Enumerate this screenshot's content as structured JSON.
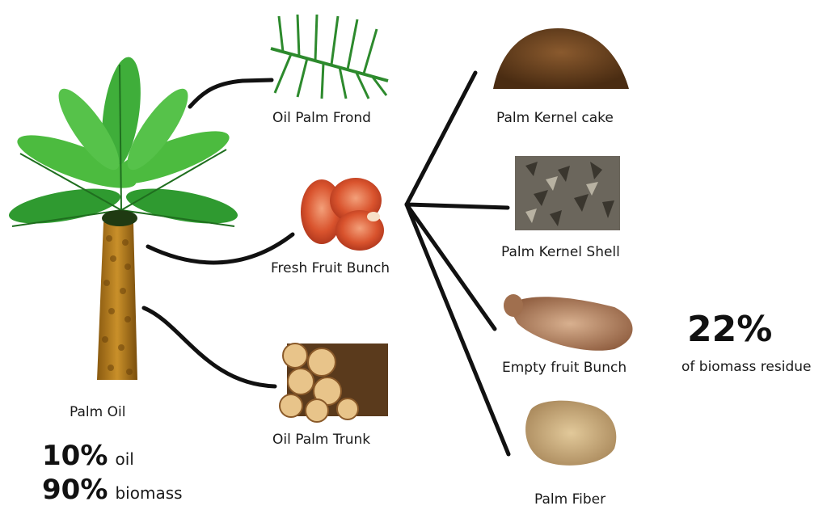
{
  "source": {
    "label": "Palm Oil"
  },
  "stats": [
    {
      "value": "10%",
      "label": "oil"
    },
    {
      "value": "90%",
      "label": "biomass"
    }
  ],
  "branches": {
    "frond": "Oil Palm Frond",
    "bunch": "Fresh Fruit Bunch",
    "trunk": "Oil Palm Trunk"
  },
  "products": {
    "kernel_cake": "Palm Kernel cake",
    "kernel_shell": "Palm Kernel Shell",
    "efb": "Empty fruit Bunch",
    "fiber": "Palm Fiber"
  },
  "residue": {
    "value": "22%",
    "label": "of biomass residue"
  }
}
